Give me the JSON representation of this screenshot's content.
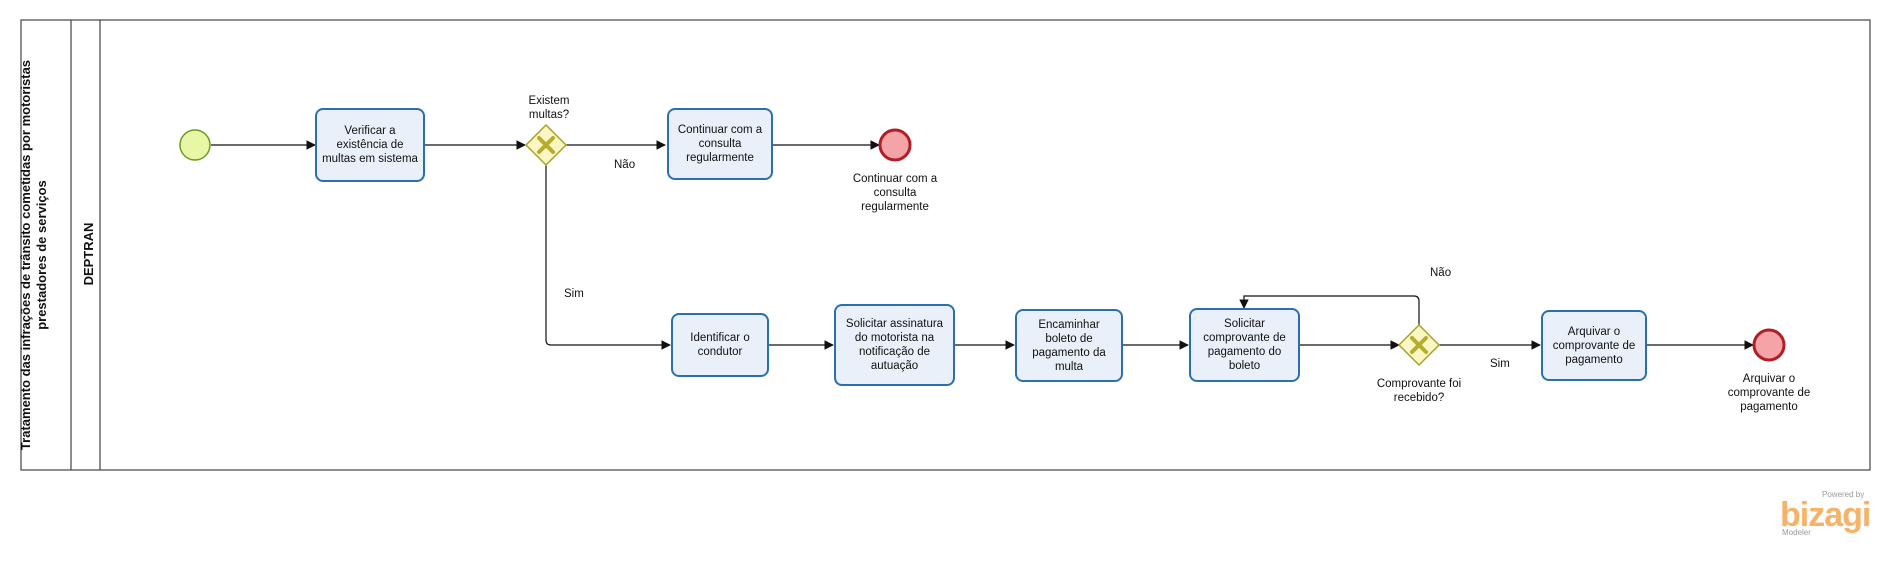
{
  "pool": {
    "title": "Tratamento das infrações de trânsito cometidas por motoristas prestadores de serviços"
  },
  "lane": {
    "title": "DEPTRAN"
  },
  "events": {
    "start": {
      "label": ""
    },
    "end1": {
      "label": "Continuar com a consulta regularmente"
    },
    "end2": {
      "label": "Arquivar o comprovante de pagamento"
    }
  },
  "tasks": {
    "verificar": "Verificar a existência de multas em sistema",
    "continuar": "Continuar com a consulta regularmente",
    "identificar": "Identificar o condutor",
    "solicitar_assinatura": "Solicitar assinatura do motorista na notificação de autuação",
    "encaminhar": "Encaminhar boleto de pagamento da multa",
    "solicitar_comprovante": "Solicitar comprovante de pagamento do boleto",
    "arquivar": "Arquivar o comprovante de pagamento"
  },
  "gateways": {
    "existem_multas": "Existem multas?",
    "comprovante_recebido": "Comprovante foi recebido?"
  },
  "flows": {
    "nao1": "Não",
    "sim1": "Sim",
    "nao2": "Não",
    "sim2": "Sim"
  },
  "branding": {
    "powered_by": "Powered by",
    "name": "bizagi",
    "product": "Modeler"
  },
  "colors": {
    "start_fill": "#e8f7a5",
    "start_stroke": "#6d9a23",
    "end_fill": "#f4a3a6",
    "end_stroke": "#b01e26",
    "task_fill": "#eaf0fa",
    "task_stroke": "#2c6fb0",
    "gateway_fill": "#fbf6c4",
    "gateway_stroke": "#a8a22a",
    "gateway_mark": "#b5ad2b",
    "logo": "#f7b26a"
  }
}
